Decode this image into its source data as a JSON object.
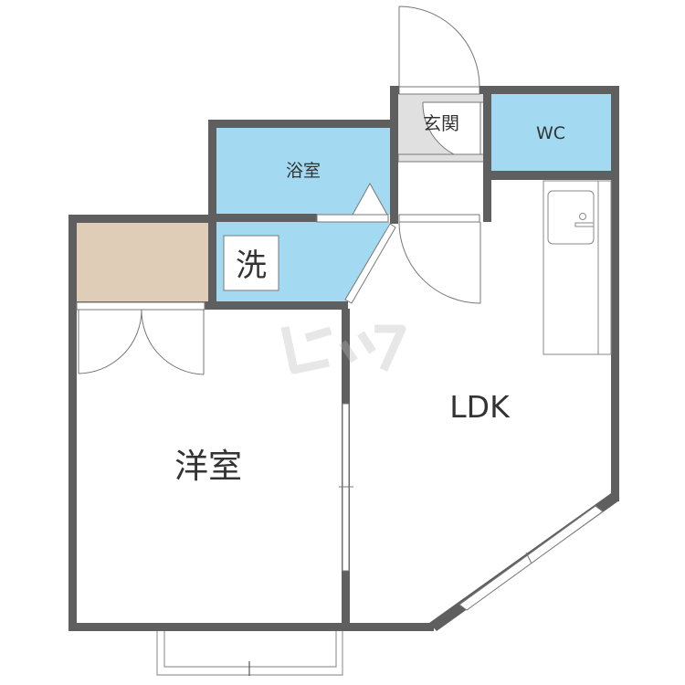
{
  "rooms": {
    "bath": "浴室",
    "entrance": "玄関",
    "toilet": "WC",
    "washer": "洗",
    "western_room": "洋室",
    "ldk": "LDK"
  },
  "watermark": "ビッグ",
  "colors": {
    "wall": "#5f5f5f",
    "wet_area": "#a4d9f2",
    "storage": "#e0cdb8",
    "entrance": "#e0e0e0"
  }
}
